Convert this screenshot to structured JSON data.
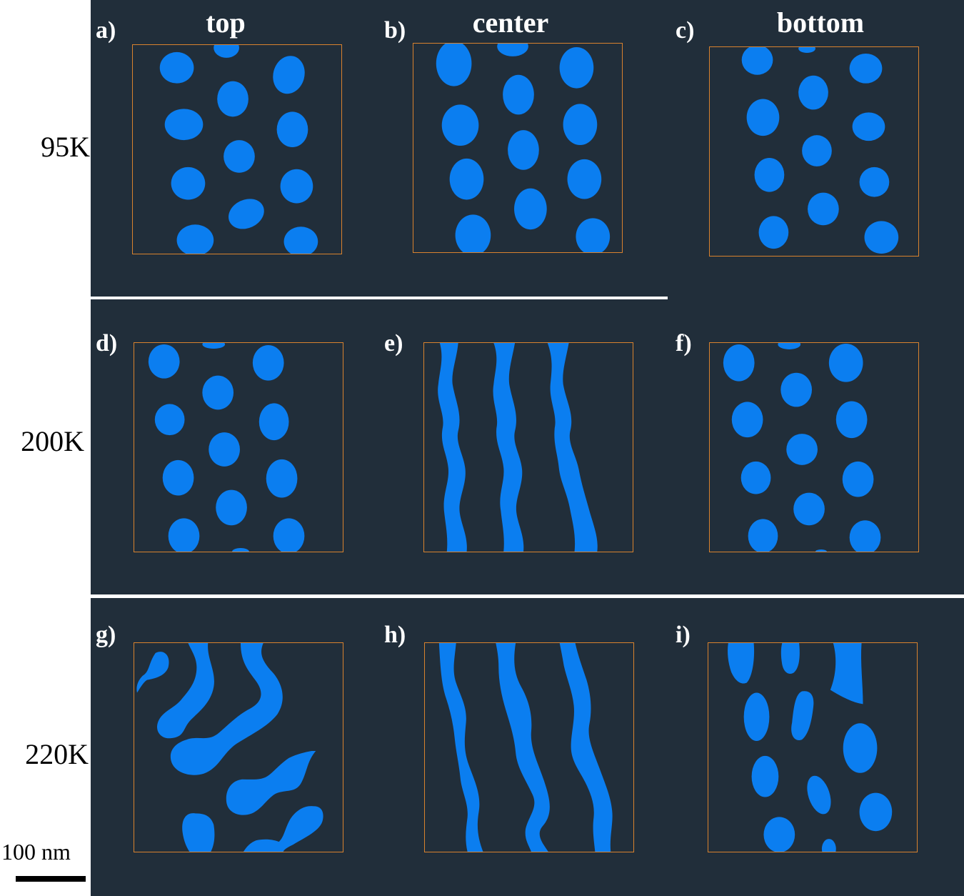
{
  "columns": [
    {
      "label": "top"
    },
    {
      "label": "center"
    },
    {
      "label": "bottom"
    }
  ],
  "rows": [
    {
      "label": "95K"
    },
    {
      "label": "200K"
    },
    {
      "label": "220K"
    }
  ],
  "panels": [
    {
      "letter": "a)",
      "row": "95K",
      "column": "top",
      "pattern": "dots"
    },
    {
      "letter": "b)",
      "row": "95K",
      "column": "center",
      "pattern": "dots"
    },
    {
      "letter": "c)",
      "row": "95K",
      "column": "bottom",
      "pattern": "dots"
    },
    {
      "letter": "d)",
      "row": "200K",
      "column": "top",
      "pattern": "dots"
    },
    {
      "letter": "e)",
      "row": "200K",
      "column": "center",
      "pattern": "stripes"
    },
    {
      "letter": "f)",
      "row": "200K",
      "column": "bottom",
      "pattern": "dots"
    },
    {
      "letter": "g)",
      "row": "220K",
      "column": "top",
      "pattern": "worms"
    },
    {
      "letter": "h)",
      "row": "220K",
      "column": "center",
      "pattern": "stripes"
    },
    {
      "letter": "i)",
      "row": "220K",
      "column": "bottom",
      "pattern": "dots"
    }
  ],
  "scale_bar": {
    "label": "100 nm"
  },
  "colors": {
    "background": "#212e3a",
    "domain": "#0b7ef0",
    "frame": "#d8822e",
    "separator": "#ffffff"
  }
}
